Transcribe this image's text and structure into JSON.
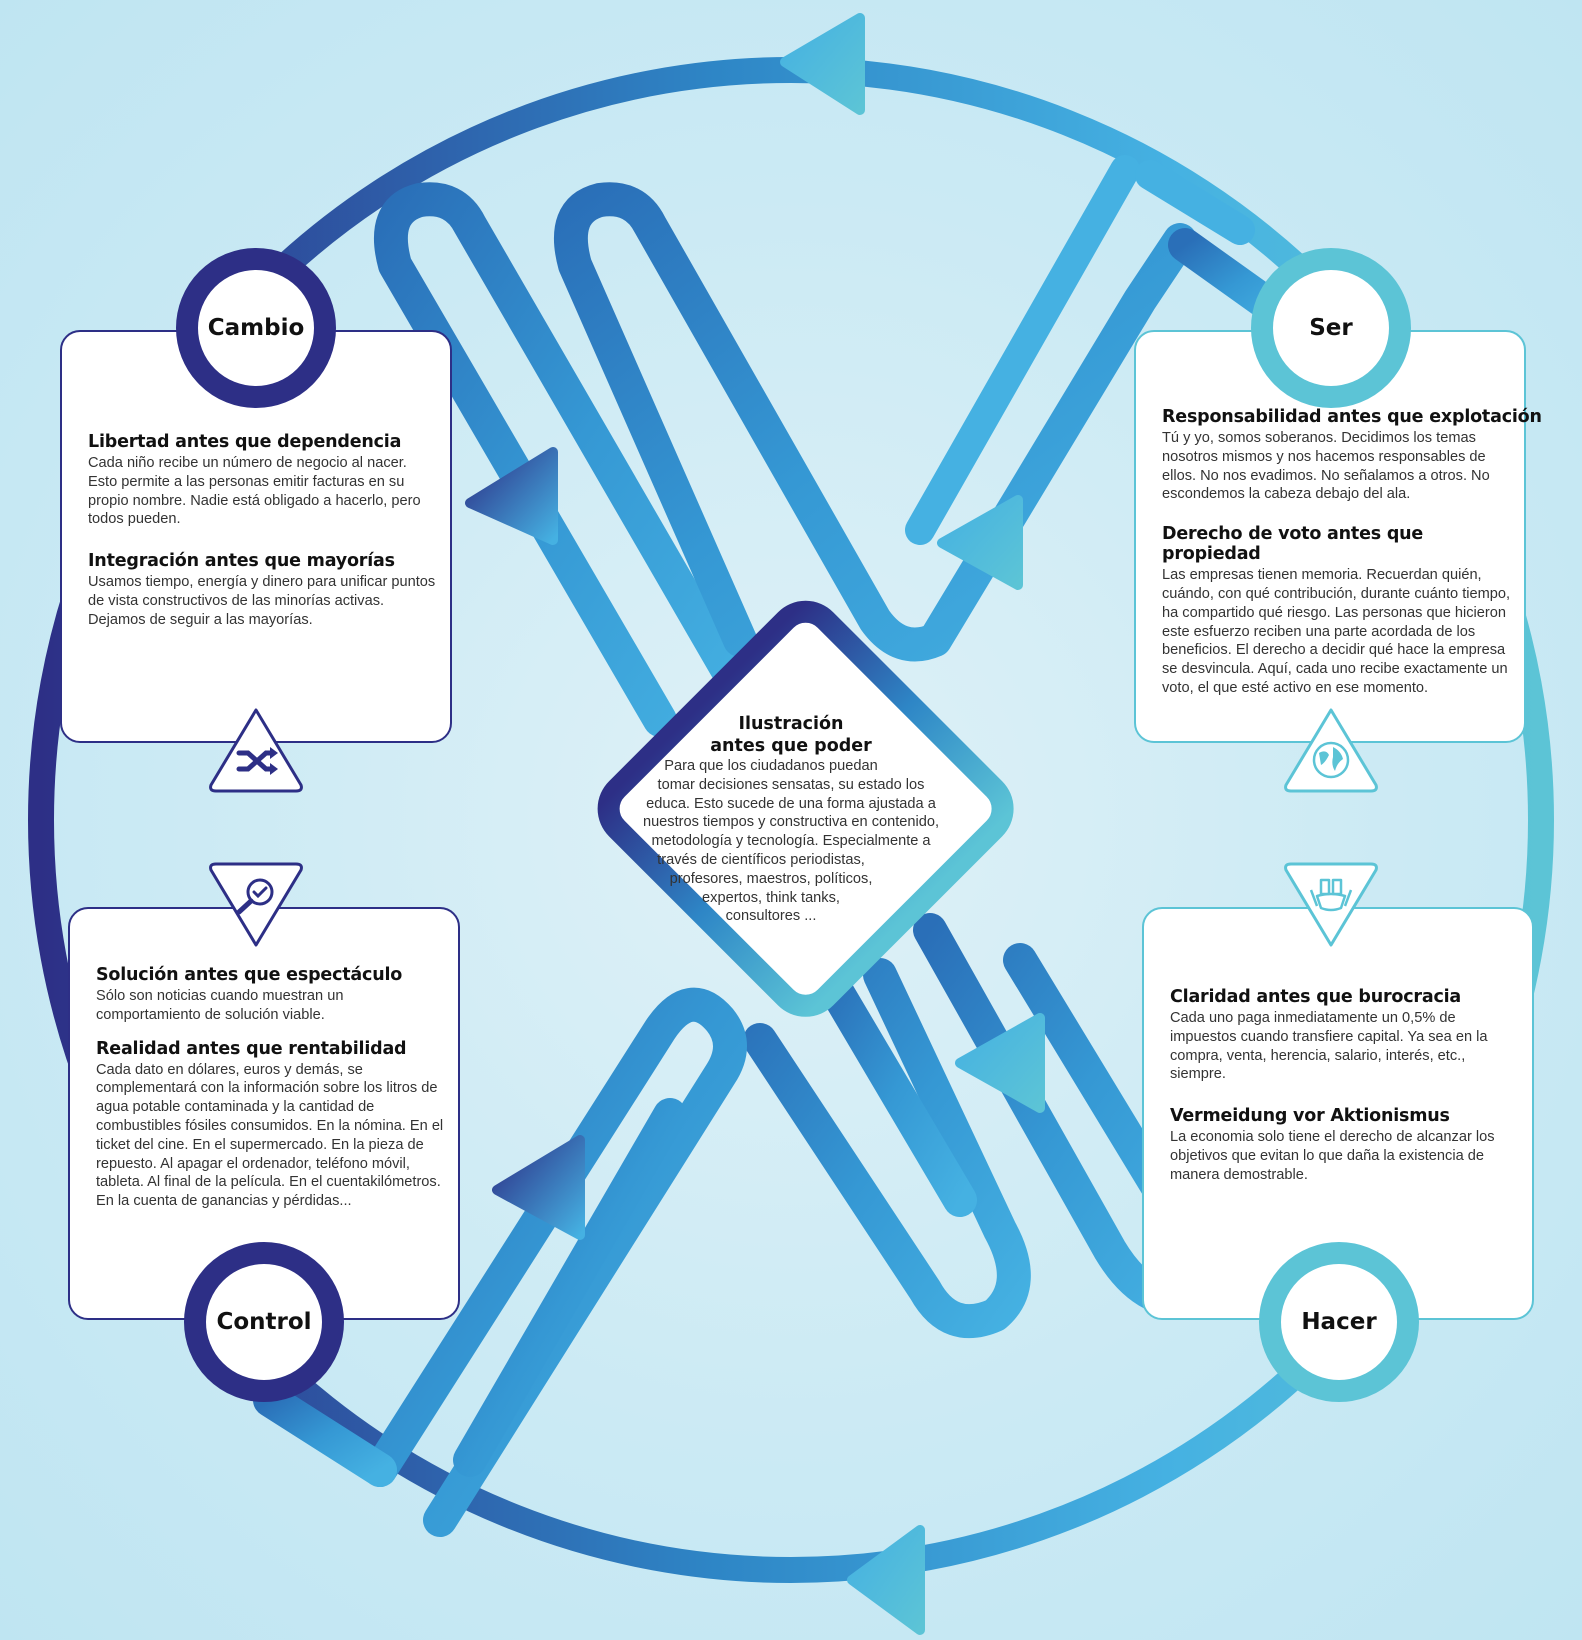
{
  "colors": {
    "navy": "#2d2f86",
    "mid_blue": "#2e86c6",
    "light_blue": "#45b1e2",
    "teal": "#5cc4d6"
  },
  "cambio": {
    "badge": "Cambio",
    "icon": "shuffle-icon",
    "s1_title": "Libertad antes que dependencia",
    "s1_text": "Cada niño recibe un número de negocio al nacer. Esto permite a las personas emitir facturas en su propio nombre. Nadie está obligado a hacerlo, pero todos pueden.",
    "s2_title": "Integración antes que mayorías",
    "s2_text": "Usamos tiempo, energía y dinero para unificar puntos de vista constructivos de las minorías activas. Dejamos de seguir a las mayorías."
  },
  "ser": {
    "badge": "Ser",
    "icon": "globe-icon",
    "s1_title": "Responsabilidad antes que explotación",
    "s1_text": "Tú y yo, somos soberanos. Decidimos los temas nosotros mismos y nos hacemos responsables de ellos. No nos evadimos. No señalamos a otros. No escondemos la cabeza debajo del ala.",
    "s2_title": "Derecho de voto antes que propiedad",
    "s2_text": "Las empresas tienen memoria. Recuerdan quién, cuándo, con qué contribución, durante cuánto tiempo, ha compartido qué riesgo. Las personas que hicieron este esfuerzo reciben una parte acordada de los beneficios. El derecho a decidir qué hace la empresa se desvincula. Aquí, cada uno recibe exactamente un voto, el que esté activo en ese momento."
  },
  "control": {
    "badge": "Control",
    "icon": "magnifier-check-icon",
    "s1_title": "Solución antes que espectáculo",
    "s1_text": "Sólo son noticias cuando muestran un comportamiento de solución viable.",
    "s2_title": "Realidad antes que rentabilidad",
    "s2_text": "Cada dato en dólares, euros y demás, se complementará con la información sobre los litros de agua potable contaminada y la cantidad de combustibles fósiles consumidos. En la nómina. En el ticket del cine. En el supermercado. En la pieza de repuesto. Al apagar el ordenador, teléfono móvil, tableta. Al final de la película. En el cuentakilómetros. En la cuenta de ganancias y pérdidas..."
  },
  "hacer": {
    "badge": "Hacer",
    "icon": "hands-icon",
    "s1_title": "Claridad antes que burocracia",
    "s1_text": "Cada uno paga inmediatamente un 0,5% de impuestos cuando transfiere capital. Ya sea en la compra, venta, herencia, salario, interés, etc., siempre.",
    "s2_title": "Vermeidung vor Aktionismus",
    "s2_text": "La economia solo tiene el derecho de alcanzar los objetivos que evitan lo que daña la existencia de manera demostrable."
  },
  "center": {
    "title_line1": "Ilustración",
    "title_line2": "antes que poder",
    "lines": [
      "Para que los ciudadanos puedan",
      "tomar decisiones sensatas, su estado los",
      "educa. Esto sucede de una forma ajustada a",
      "nuestros tiempos y constructiva en contenido,",
      "metodología y tecnología. Especialmente a",
      "través de científicos periodistas,",
      "profesores, maestros, políticos,",
      "expertos, think tanks,",
      "consultores ..."
    ]
  }
}
